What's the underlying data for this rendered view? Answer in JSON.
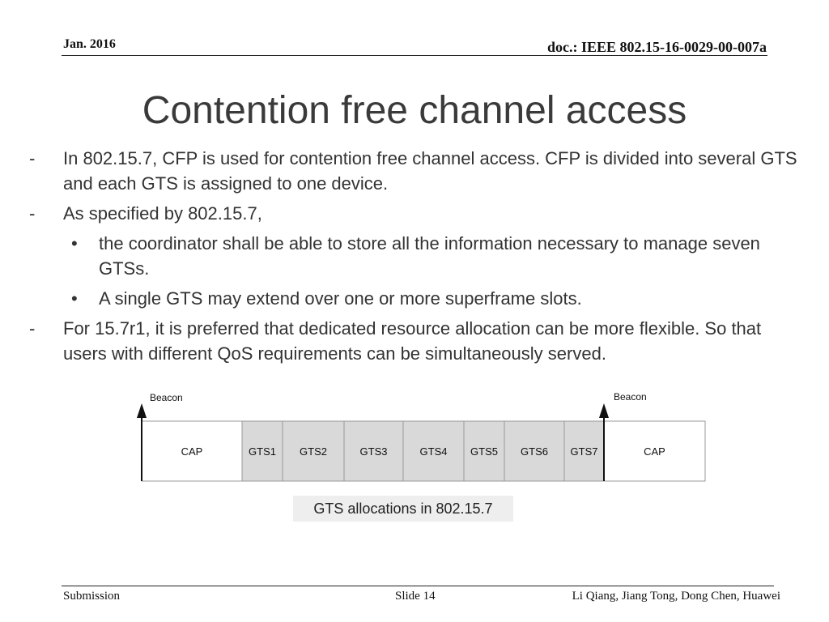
{
  "header": {
    "date": "Jan. 2016",
    "doc_id": "doc.: IEEE 802.15-16-0029-00-007a"
  },
  "title": "Contention free channel access",
  "bullets": {
    "marker_dash": "-",
    "marker_dot": "•",
    "b1": "In 802.15.7, CFP is used for contention free channel access. CFP is divided into several GTS and each GTS is assigned to one device.",
    "b2": "As specified by 802.15.7,",
    "b2_1": "the coordinator shall be able to store all the information necessary to manage seven GTSs.",
    "b2_2": "A single GTS may extend over one or more superframe slots.",
    "b3": "For 15.7r1, it is preferred that dedicated resource allocation can be more flexible. So that users with different QoS requirements can be simultaneously served."
  },
  "diagram": {
    "beacon_left": "Beacon",
    "beacon_right": "Beacon",
    "slots": [
      "CAP",
      "GTS1",
      "GTS2",
      "GTS3",
      "GTS4",
      "GTS5",
      "GTS6",
      "GTS7",
      "CAP"
    ],
    "gts_fill": "#d9d9d9",
    "cap_fill": "#ffffff",
    "caption": "GTS allocations in 802.15.7"
  },
  "footer": {
    "left": "Submission",
    "center": "Slide 14",
    "right": "Li Qiang, Jiang Tong, Dong Chen, Huawei"
  }
}
